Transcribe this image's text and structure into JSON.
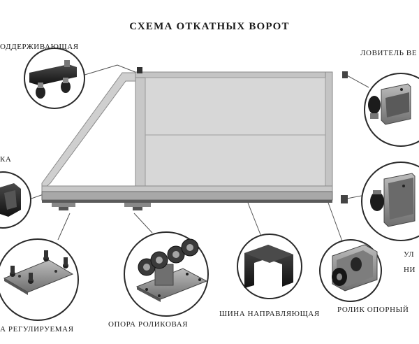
{
  "title": "СХЕМА ОТКАТНЫХ ВОРОТ",
  "labels": {
    "top_left": "ОДДЕРЖИВАЮЩАЯ",
    "top_right": "ЛОВИТЕЛЬ ВЕ",
    "mid_left": "КА",
    "bottom_left": "А РЕГУЛИРУЕМАЯ",
    "roller_support": "ОПОРА РОЛИКОВАЯ",
    "guide_rail": "ШИНА НАПРАВЛЯЮЩАЯ",
    "support_roller": "РОЛИК ОПОРНЫЙ",
    "right_lower_1": "УЛ",
    "right_lower_2": "НИ"
  },
  "colors": {
    "frame": "#cfcfcf",
    "frame_edge": "#8a8a8a",
    "panel": "#d7d7d7",
    "circle": "#2a2a2a",
    "part_dark": "#2b2b2b",
    "part_metal": "#9a9a9a"
  },
  "icons": [
    "support-roller-top-icon",
    "end-catcher-top-icon",
    "end-roller-icon",
    "end-catcher-bottom-icon",
    "adjustable-base-icon",
    "roller-carriage-icon",
    "guide-rail-icon",
    "support-roller-icon"
  ]
}
